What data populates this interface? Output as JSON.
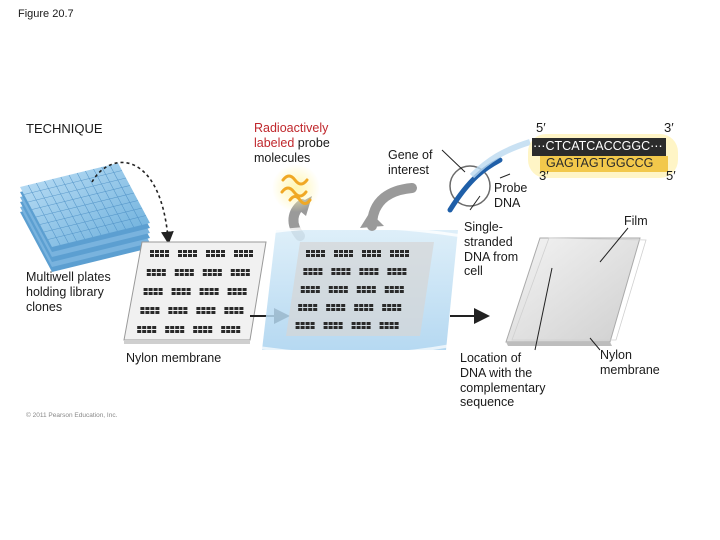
{
  "figure_title": "Figure 20.7",
  "technique_label": "TECHNIQUE",
  "probe_molecules": {
    "line1": "Radioactively",
    "line2_red": "labeled",
    "line2_rest": " probe",
    "line3": "molecules"
  },
  "gene_of_interest": [
    "Gene of",
    "interest"
  ],
  "probe_dna": [
    "Probe",
    "DNA"
  ],
  "single_stranded": [
    "Single-",
    "stranded",
    "DNA from",
    "cell"
  ],
  "film_label": "Film",
  "multiwell_plates": [
    "Multiwell plates",
    "holding library",
    "clones"
  ],
  "nylon_membrane_left": "Nylon membrane",
  "location_label": [
    "Location of",
    "DNA with the",
    "complementary",
    "sequence"
  ],
  "nylon_membrane_right": [
    "Nylon",
    "membrane"
  ],
  "copyright": "© 2011 Pearson Education, Inc.",
  "sequence": {
    "top_5prime": "5′",
    "top_3prime": "3′",
    "top_strand": "CTCATCACCGGC",
    "bottom_3prime": "3′",
    "bottom_5prime": "5′",
    "bottom_strand": "GAGTAGTGGCCG"
  },
  "colors": {
    "red_text": "#c0282d",
    "dark_strand_bg": "#2b2b2b",
    "probe_strand_bg": "#f2c84b",
    "plate_blue": "#8ec4e8",
    "bag_blue": "#cfe6f6"
  }
}
